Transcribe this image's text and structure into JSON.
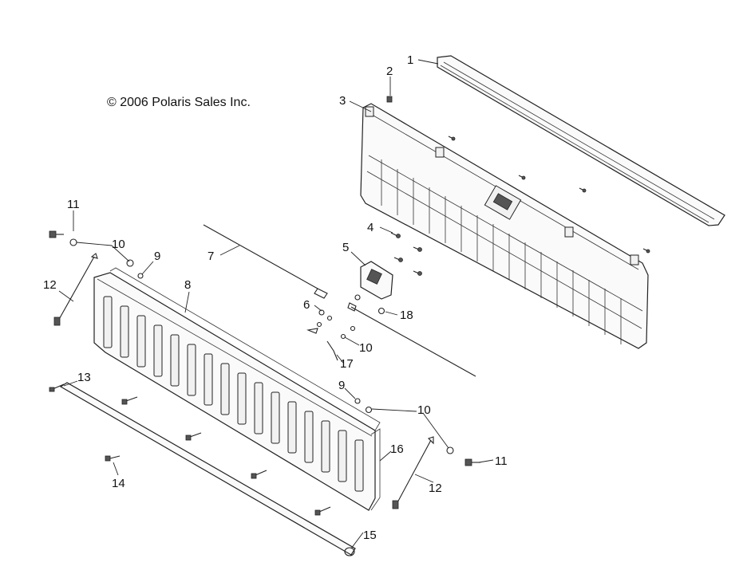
{
  "copyright": "© 2006 Polaris Sales Inc.",
  "callouts": [
    "1",
    "2",
    "3",
    "4",
    "5",
    "6",
    "7",
    "8",
    "9",
    "9",
    "10",
    "10",
    "10",
    "11",
    "11",
    "12",
    "12",
    "13",
    "14",
    "15",
    "16",
    "17",
    "18"
  ]
}
